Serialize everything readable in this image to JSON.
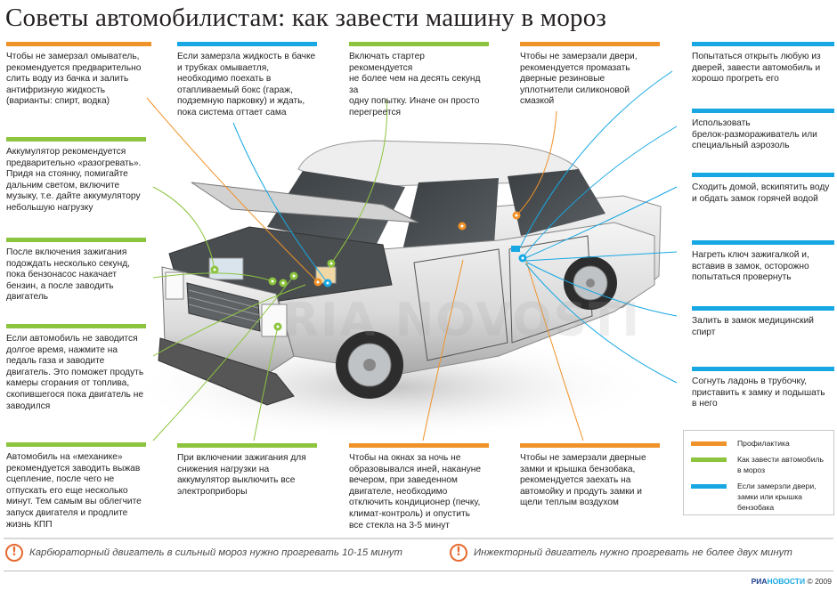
{
  "title": "Советы автомобилистам: как завести машину в мороз",
  "colors": {
    "orange": "#f0922a",
    "green": "#8cc43e",
    "blue": "#17a8e3",
    "note_icon": "#e5692f",
    "divider": "#d8d8d8"
  },
  "tips": {
    "top": [
      {
        "category": "orange",
        "text": "Чтобы не замерзал омыватель,\nрекомендуется предварительно\nслить воду из бачка и залить\nантифризную жидкость\n(варианты: спирт, водка)"
      },
      {
        "category": "blue",
        "text": "Если замерзла жидкость в бачке\nи трубках омываетля,\nнеобходимо поехать в\nотапливаемый бокс (гараж,\nподземную парковку) и ждать,\nпока система оттает сама"
      },
      {
        "category": "green",
        "text": "Включать стартер рекомендуется\nне более чем на десять секунд за\nодну попытку. Иначе он просто\nперегреется"
      },
      {
        "category": "orange",
        "text": "Чтобы не замерзали двери,\nрекомендуется промазать\nдверные резиновые\nуплотнители силиконовой\nсмазкой"
      }
    ],
    "left": [
      {
        "category": "green",
        "text": "Аккумулятор рекомендуется\nпредварительно «разогревать».\nПридя на стоянку, помигайте\nдальним светом, включите\nмузыку, т.е. дайте аккумулятору\nнебольшую нагрузку"
      },
      {
        "category": "green",
        "text": "После включения зажигания\nподождать несколько секунд,\nпока бензонасос накачает\nбензин, а после заводить\nдвигатель"
      },
      {
        "category": "green",
        "text": "Если автомобиль не заводится\nдолгое время, нажмите на\nпедаль газа и заводите\nдвигатель. Это поможет продуть\nкамеры сгорания от топлива,\nскопившегося пока двигатель не\nзаводился"
      },
      {
        "category": "green",
        "text": "Автомобиль на «механике»\nрекомендуется заводить выжав\nсцепление, после чего не\nотпускать его еще несколько\nминут. Тем самым вы облегчите\nзапуск двигателя и продлите\nжизнь КПП"
      }
    ],
    "bottom": [
      {
        "category": "green",
        "text": "При включении зажигания для\nснижения нагрузки на\nаккумулятор выключить все\nэлектроприборы"
      },
      {
        "category": "orange",
        "text": "Чтобы на окнах за ночь не\nобразовывался иней, накануне\nвечером, при заведенном\nдвигателе, необходимо\nотключить кондиционер (печку,\nклимат-контроль) и опустить\nвсе стекла на 3-5 минут"
      },
      {
        "category": "orange",
        "text": "Чтобы не замерзали дверные\nзамки и крышка бензобака,\nрекомендуется заехать на\nавтомойку и продуть замки и\nщели теплым воздухом"
      }
    ],
    "right": [
      {
        "category": "blue",
        "text": "Попытаться открыть любую из\nдверей, завести автомобиль и\nхорошо прогреть его"
      },
      {
        "category": "blue",
        "text": "Использовать\nбрелок-размораживатель или\nспециальный аэрозоль"
      },
      {
        "category": "blue",
        "text": "Сходить домой, вскипятить воду\nи обдать замок горячей водой"
      },
      {
        "category": "blue",
        "text": "Нагреть ключ зажигалкой и,\nвставив в замок, осторожно\nпопытаться провернуть"
      },
      {
        "category": "blue",
        "text": "Залить в замок медицинский\nспирт"
      },
      {
        "category": "blue",
        "text": "Согнуть ладонь в трубочку,\nприставить к замку и подышать\nв него"
      }
    ]
  },
  "legend": [
    {
      "color": "orange",
      "label": "Профилактика"
    },
    {
      "color": "green",
      "label": "Как завести автомобиль\nв мороз"
    },
    {
      "color": "blue",
      "label": "Если замерзли двери,\nзамки или крышка\nбензобака"
    }
  ],
  "notes": [
    {
      "icon": "exclamation-circle",
      "text": "Карбюраторный двигатель в сильный мороз нужно прогревать 10-15 минут"
    },
    {
      "icon": "exclamation-circle",
      "text": "Инжекторный двигатель нужно прогревать не более двух минут"
    }
  ],
  "footer": {
    "brand_part1": "РИА",
    "brand_part2": "НОВОСТИ",
    "copyright": "© 2009"
  },
  "watermark": "RIA NOVOSTI"
}
